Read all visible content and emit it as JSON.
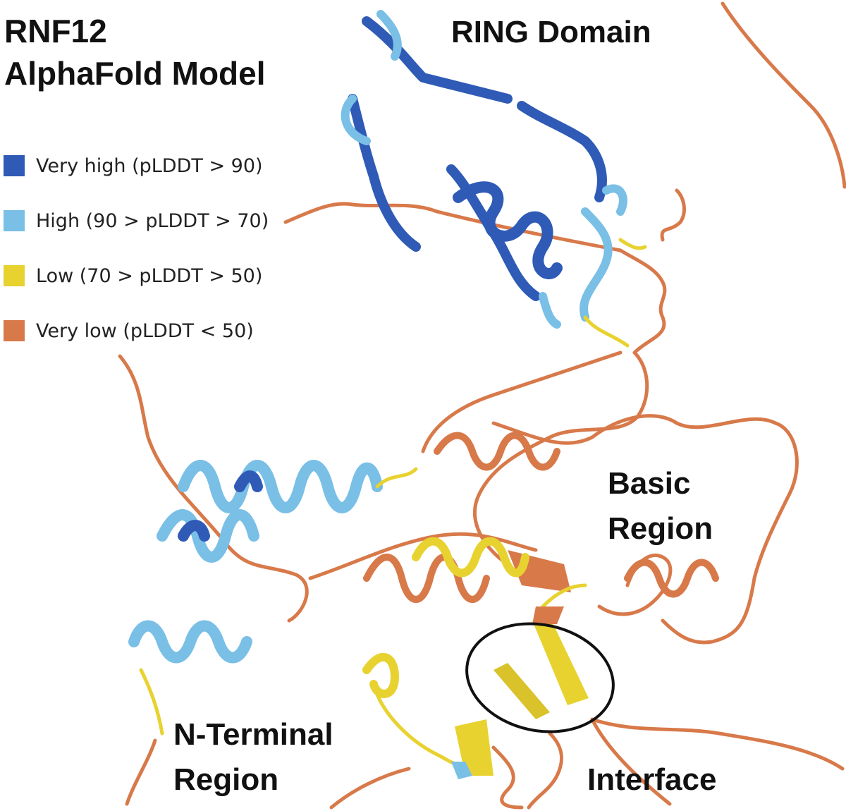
{
  "title_lines": [
    "RNF12",
    "AlphaFold Model"
  ],
  "legend": [
    {
      "label": "Very high (pLDDT > 90)",
      "color": "#2F5BB7"
    },
    {
      "label": "High (90 > pLDDT > 70)",
      "color": "#79BFE6"
    },
    {
      "label": "Low (70 > pLDDT > 50)",
      "color": "#E8D230"
    },
    {
      "label": "Very low (pLDDT < 50)",
      "color": "#D8794A"
    }
  ],
  "regions": {
    "ring": "RING Domain",
    "basic_line1": "Basic",
    "basic_line2": "Region",
    "nterm_line1": "N-Terminal",
    "nterm_line2": "Region",
    "interface": "Interface"
  },
  "colors": {
    "very_high": "#2F5BB7",
    "high": "#79BFE6",
    "high_dark": "#5FA3D0",
    "low": "#E8D230",
    "low_dark": "#B8A527",
    "very_low": "#D8794A",
    "very_low_dark": "#B85E34"
  }
}
